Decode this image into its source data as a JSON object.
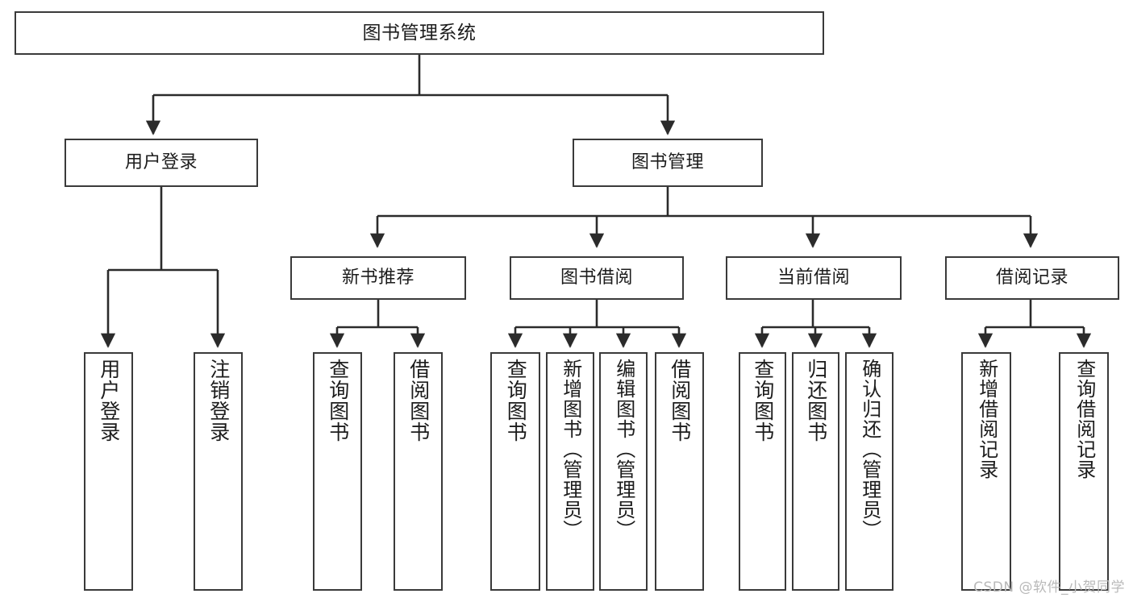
{
  "diagram": {
    "title": "图书管理系统",
    "type": "tree",
    "orientation": "top-down",
    "colors": {
      "node_border": "#3a3a3a",
      "node_fill": "#ffffff",
      "edge": "#2b2b2b",
      "text": "#1c1c1c",
      "watermark": "#b9b9b9",
      "background": "#ffffff"
    }
  },
  "nodes": {
    "root": {
      "label": "图书管理系统"
    },
    "level2": [
      {
        "id": "user-login",
        "label": "用户登录"
      },
      {
        "id": "book-management",
        "label": "图书管理"
      }
    ],
    "level3": [
      {
        "id": "new-book-recommend",
        "label": "新书推荐"
      },
      {
        "id": "book-borrow",
        "label": "图书借阅"
      },
      {
        "id": "current-borrow",
        "label": "当前借阅"
      },
      {
        "id": "borrow-record",
        "label": "借阅记录"
      }
    ],
    "leaves": {
      "user-login": [
        {
          "id": "leaf-user-login",
          "label": "用户登录"
        },
        {
          "id": "leaf-user-logout",
          "label": "注销登录"
        }
      ],
      "new-book-recommend": [
        {
          "id": "leaf-query-book-1",
          "label": "查询图书"
        },
        {
          "id": "leaf-borrow-book-1",
          "label": "借阅图书"
        }
      ],
      "book-borrow": [
        {
          "id": "leaf-query-book-2",
          "label": "查询图书"
        },
        {
          "id": "leaf-add-book",
          "label": "新增图书（管理员）"
        },
        {
          "id": "leaf-edit-book",
          "label": "编辑图书（管理员）"
        },
        {
          "id": "leaf-borrow-book-2",
          "label": "借阅图书"
        }
      ],
      "current-borrow": [
        {
          "id": "leaf-query-book-3",
          "label": "查询图书"
        },
        {
          "id": "leaf-return-book",
          "label": "归还图书"
        },
        {
          "id": "leaf-confirm-return",
          "label": "确认归还（管理员）"
        }
      ],
      "borrow-record": [
        {
          "id": "leaf-add-record",
          "label": "新增借阅记录"
        },
        {
          "id": "leaf-query-record",
          "label": "查询借阅记录"
        }
      ]
    }
  },
  "watermark": {
    "text": "CSDN @软件_小贺同学"
  }
}
